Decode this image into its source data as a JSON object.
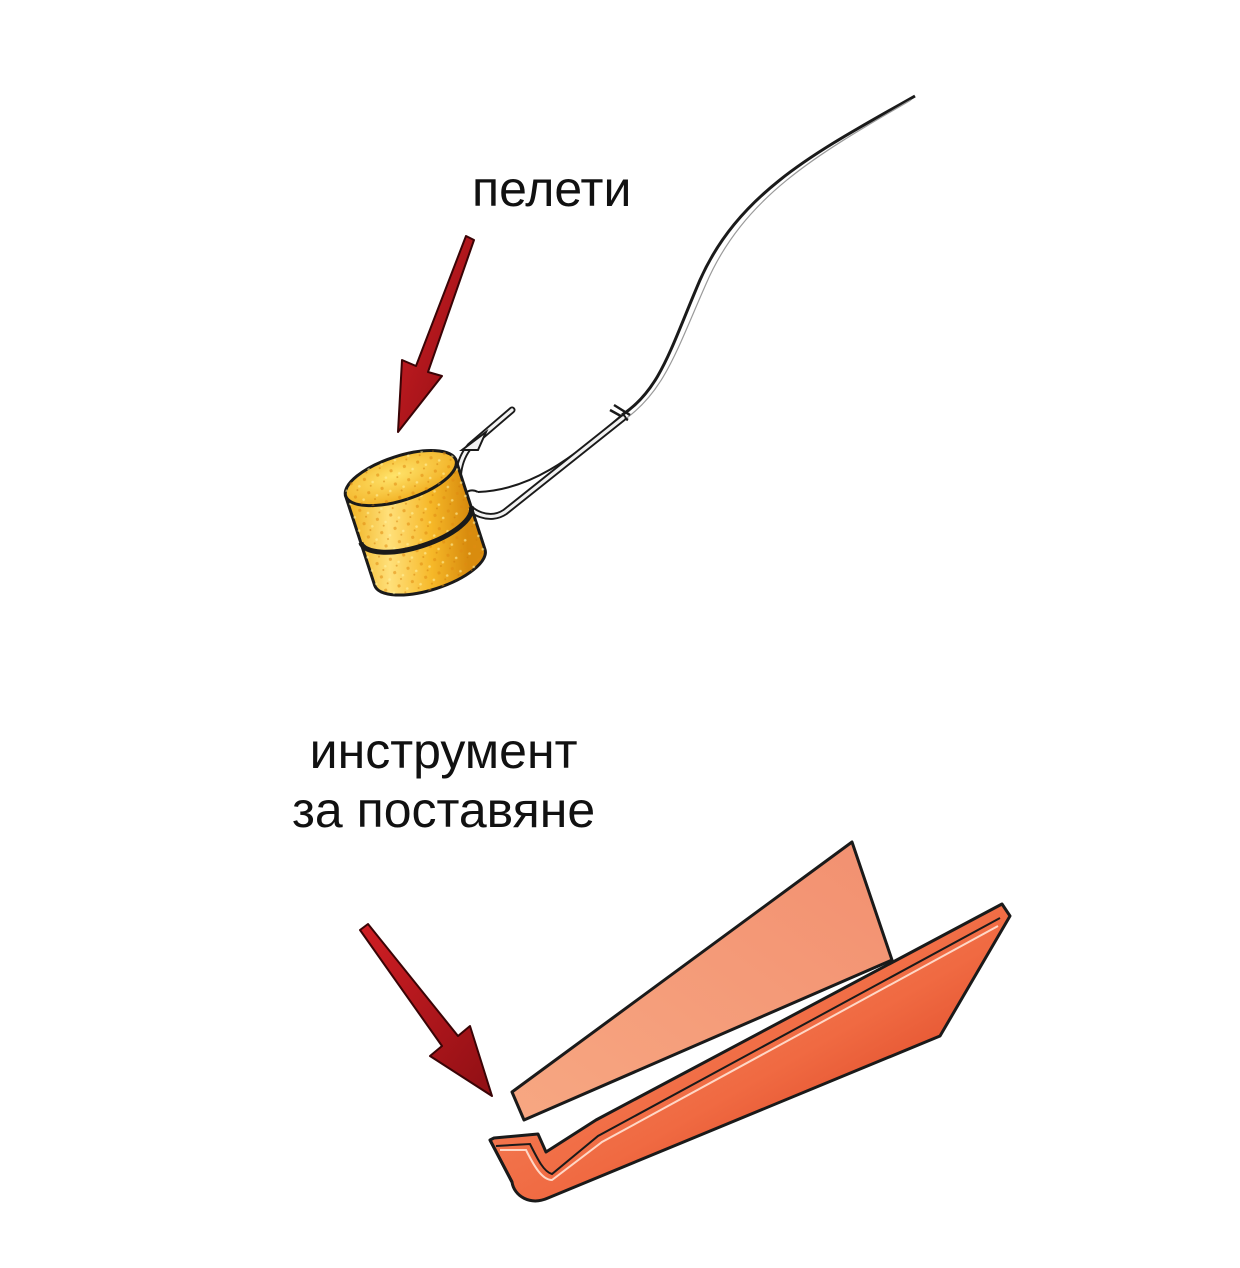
{
  "labels": {
    "pellets": "пелети",
    "tool_line1": "инструмент",
    "tool_line2": "за поставяне"
  },
  "icons": {
    "pellet": "pellet-cylinder-icon",
    "hook": "fishing-hook-icon",
    "line": "fishing-line-icon",
    "tool": "bait-tool-icon",
    "arrows": "red-arrow-icon"
  },
  "colors": {
    "arrow": "#b0141b",
    "pellet_light": "#ffd23a",
    "pellet_dark": "#e49a12",
    "tool_light": "#f8a57e",
    "tool_dark": "#d63618",
    "line": "#1a1a1a"
  }
}
